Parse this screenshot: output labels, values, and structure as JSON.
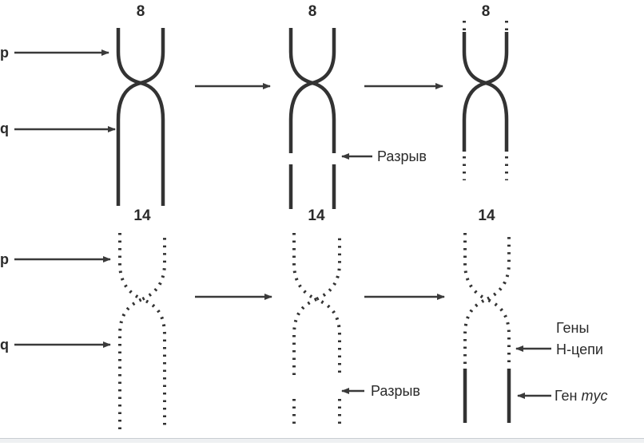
{
  "chromosome_labels": {
    "row1": "8",
    "row2": "14"
  },
  "arm_labels": {
    "p": "p",
    "q": "q"
  },
  "annotations": {
    "break": "Разрыв",
    "h_chain_genes_line1": "Гены",
    "h_chain_genes_line2": "Н-цепи",
    "myc_gene_prefix": "Ген ",
    "myc_gene_name": "myc"
  }
}
